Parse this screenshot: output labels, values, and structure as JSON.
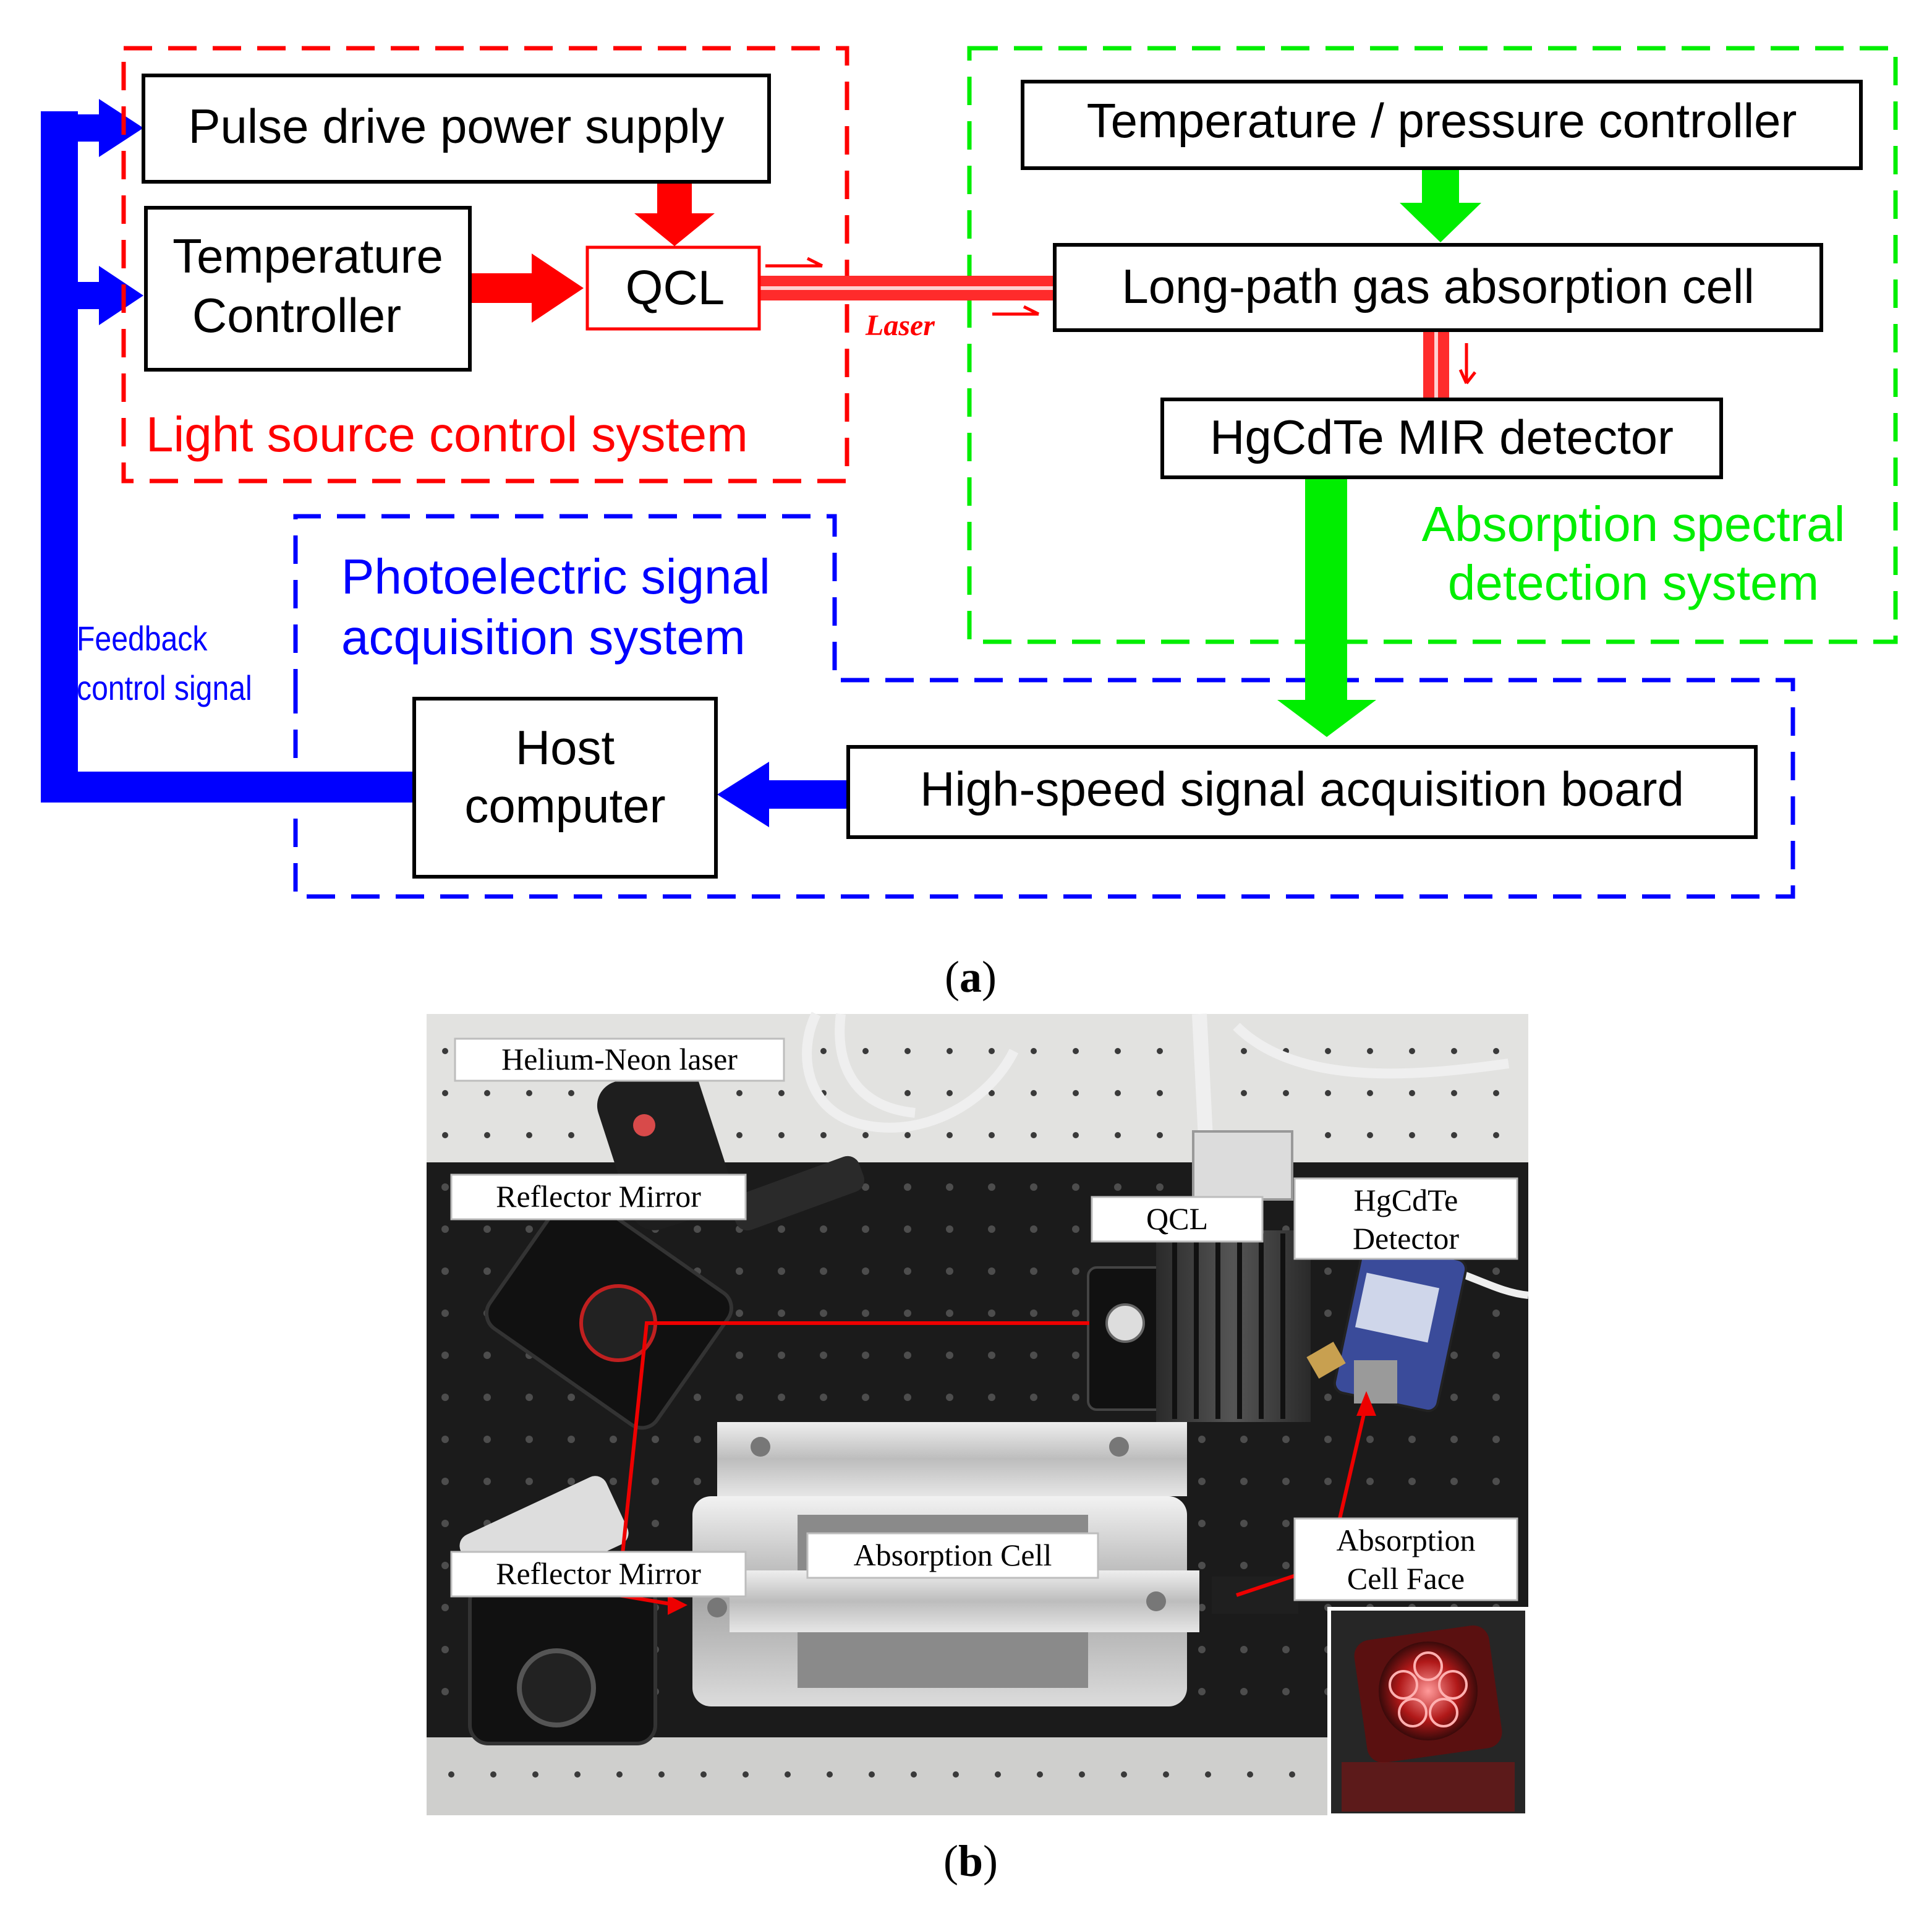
{
  "panel_a": {
    "caption": "a",
    "groups": {
      "light_source": "Light source control system",
      "absorption_line1": "Absorption spectral",
      "absorption_line2": "detection system",
      "photoelectric_line1": "Photoelectric signal",
      "photoelectric_line2": "acquisition system"
    },
    "boxes": {
      "pulse_supply": "Pulse drive power supply",
      "temp_controller_line1": "Temperature",
      "temp_controller_line2": "Controller",
      "qcl": "QCL",
      "temp_pressure": "Temperature / pressure controller",
      "gas_cell": "Long-path gas absorption cell",
      "detector": "HgCdTe MIR detector",
      "acq_board": "High-speed signal acquisition board",
      "host_line1": "Host",
      "host_line2": "computer"
    },
    "annotations": {
      "laser": "Laser",
      "feedback_line1": "Feedback",
      "feedback_line2": "control signal"
    },
    "colors": {
      "red": "#ff0000",
      "green": "#00ee00",
      "blue": "#0000ff",
      "black": "#000000"
    }
  },
  "panel_b": {
    "caption": "b",
    "labels": {
      "he_ne": "Helium-Neon laser",
      "mirror_top": "Reflector Mirror",
      "qcl": "QCL",
      "detector_line1": "HgCdTe",
      "detector_line2": "Detector",
      "mirror_bottom": "Reflector Mirror",
      "cell": "Absorption Cell",
      "face_line1": "Absorption",
      "face_line2": "Cell Face"
    }
  }
}
